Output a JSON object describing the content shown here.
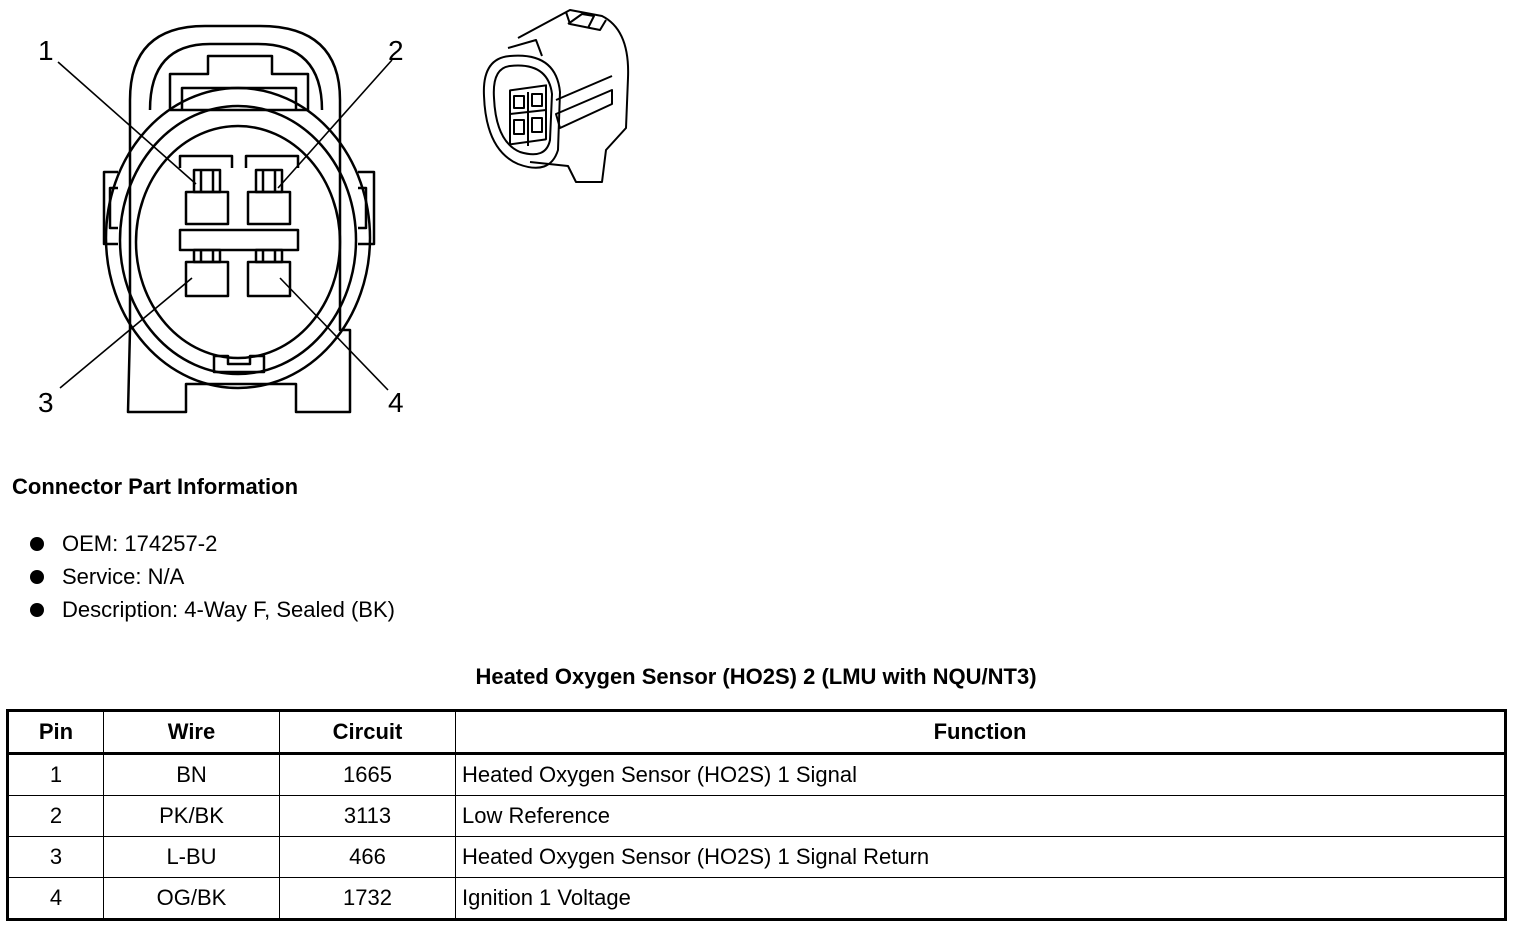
{
  "diagram": {
    "pin_callouts": [
      "1",
      "2",
      "3",
      "4"
    ]
  },
  "part_info": {
    "title": "Connector Part Information",
    "items": [
      {
        "label": "OEM:",
        "value": "174257-2"
      },
      {
        "label": "Service:",
        "value": "N/A"
      },
      {
        "label": "Description:",
        "value": "4-Way F, Sealed (BK)"
      }
    ]
  },
  "pin_table": {
    "title": "Heated Oxygen Sensor (HO2S) 2 (LMU with NQU/NT3)",
    "headers": [
      "Pin",
      "Wire",
      "Circuit",
      "Function"
    ],
    "rows": [
      [
        "1",
        "BN",
        "1665",
        "Heated Oxygen Sensor (HO2S) 1 Signal"
      ],
      [
        "2",
        "PK/BK",
        "3113",
        "Low Reference"
      ],
      [
        "3",
        "L-BU",
        "466",
        "Heated Oxygen Sensor (HO2S) 1 Signal Return"
      ],
      [
        "4",
        "OG/BK",
        "1732",
        "Ignition 1 Voltage"
      ]
    ]
  }
}
